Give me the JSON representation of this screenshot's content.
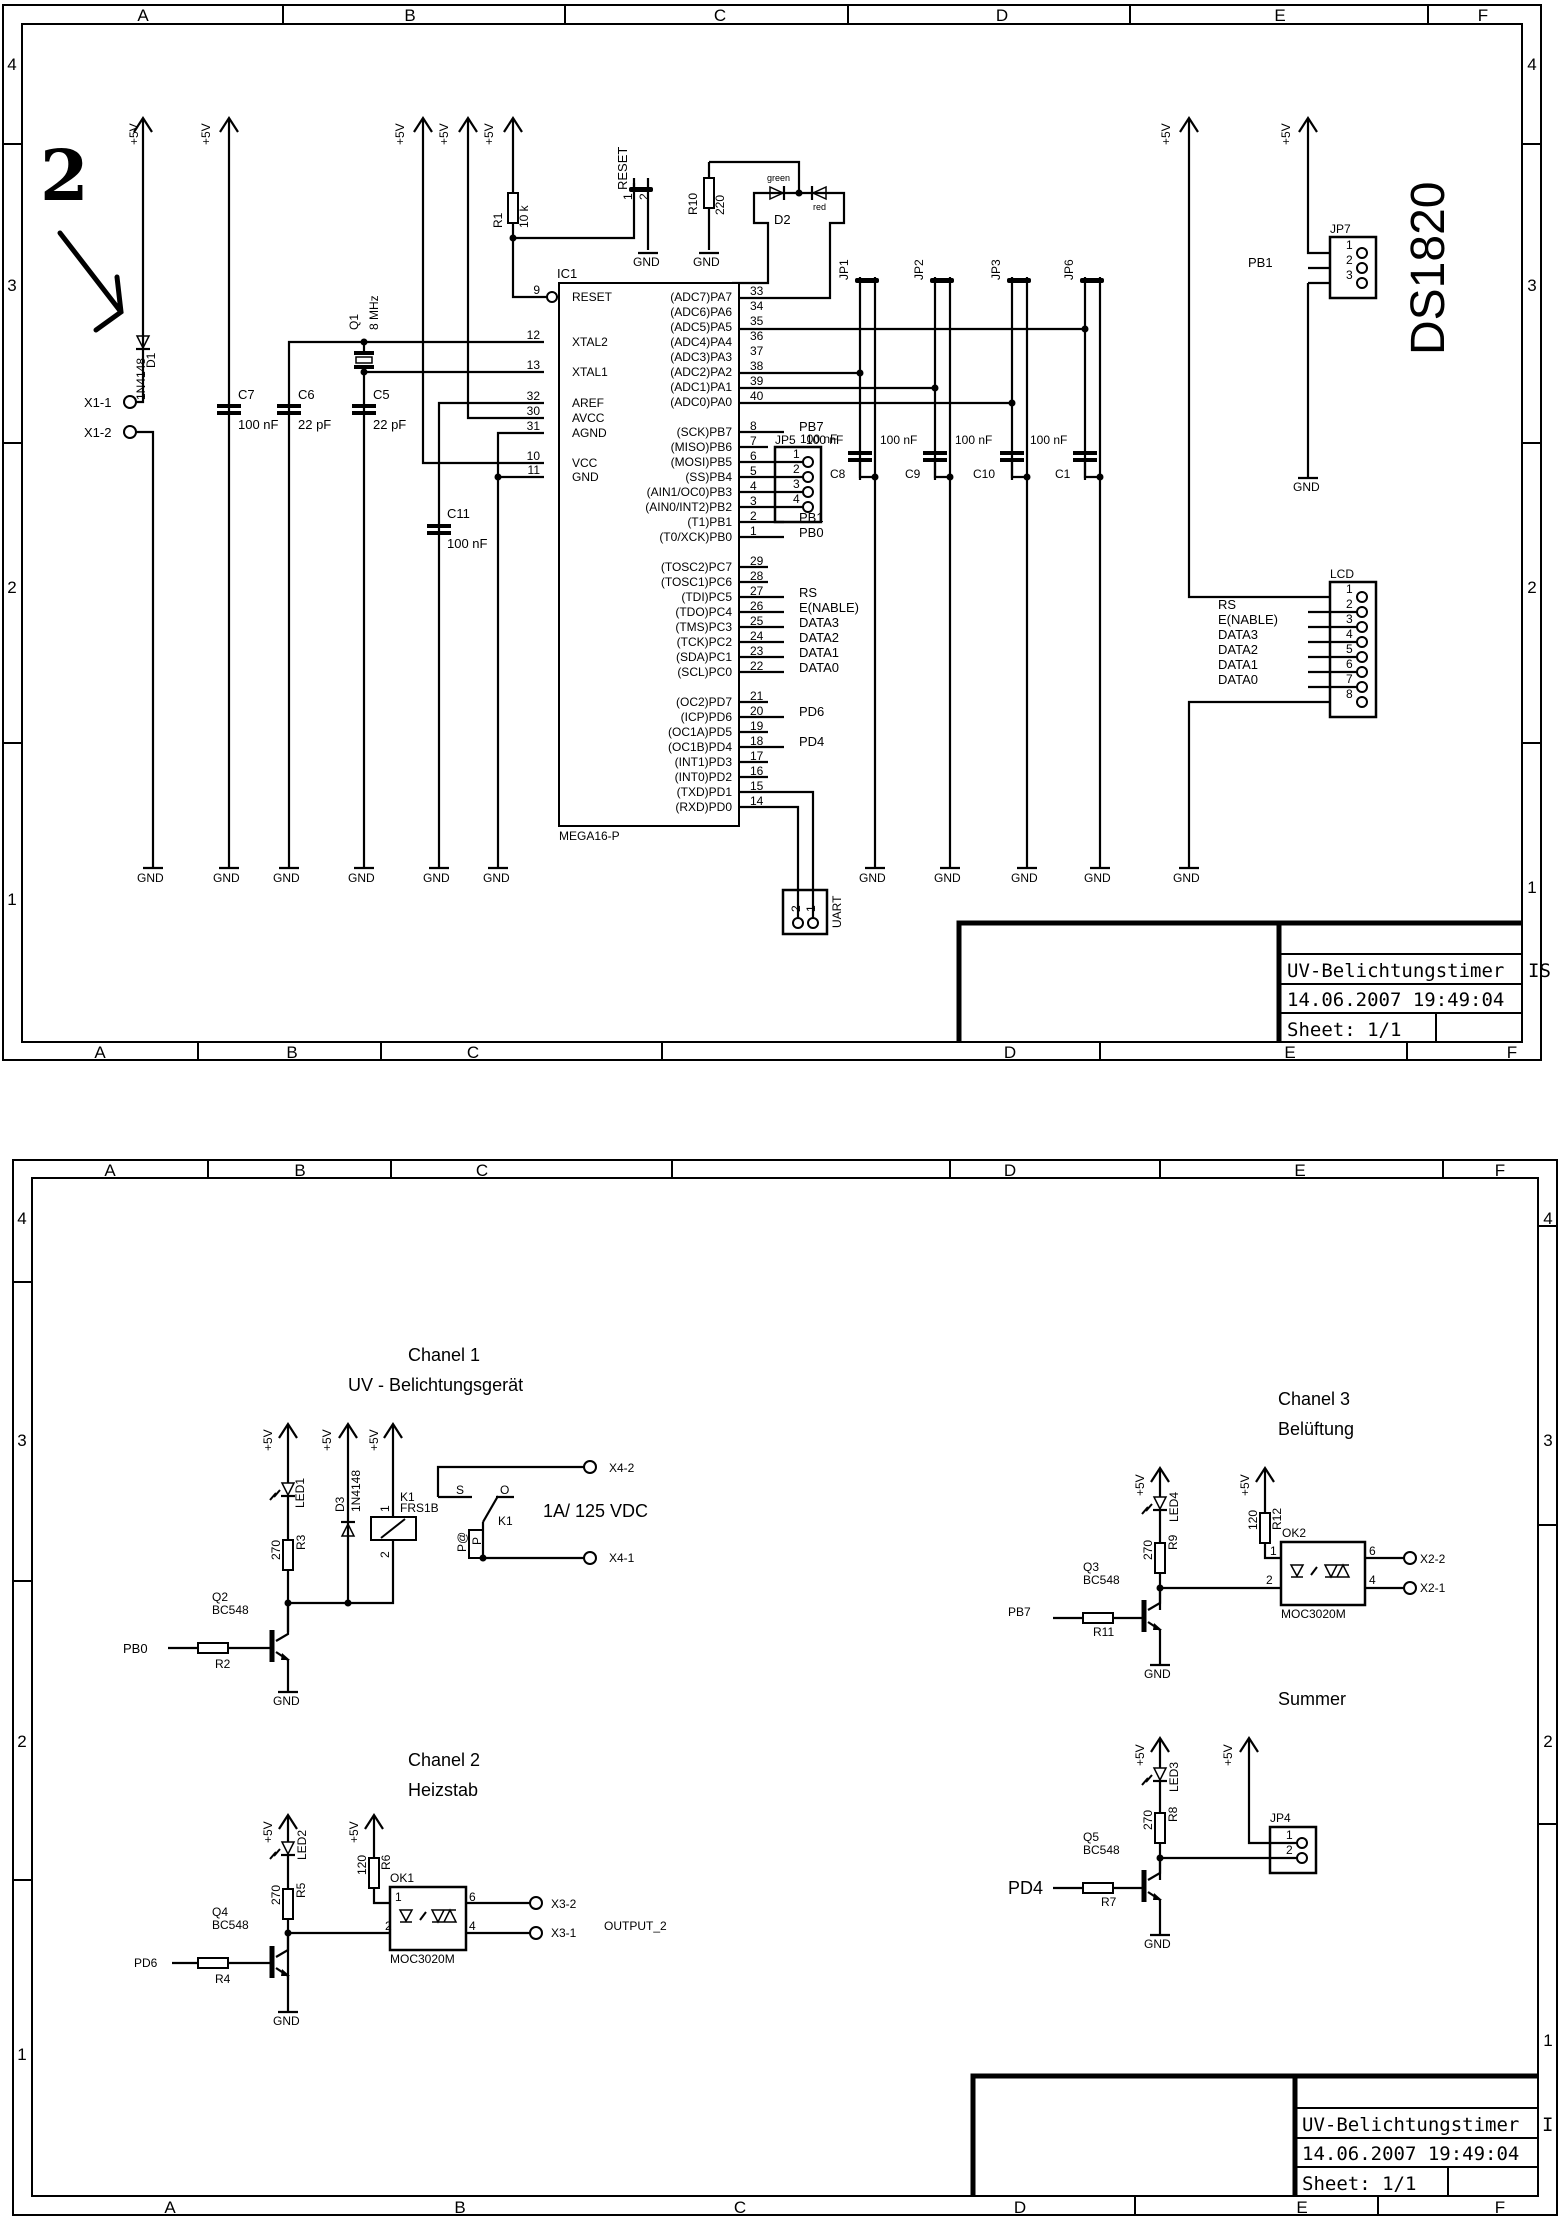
{
  "sheets": [
    {
      "columns": [
        "A",
        "B",
        "C",
        "D",
        "E",
        "F"
      ],
      "rows": [
        "4",
        "3",
        "2",
        "1"
      ],
      "title_block": {
        "title": "UV-Belichtungstimer",
        "title_overflow": "IS",
        "datetime": "14.06.2007  19:49:04",
        "sheet": "Sheet: 1/1"
      }
    },
    {
      "columns": [
        "A",
        "B",
        "C",
        "D",
        "E",
        "F"
      ],
      "rows": [
        "4",
        "3",
        "2",
        "1"
      ],
      "title_block": {
        "title": "UV-Belichtungstimer",
        "title_overflow": "I",
        "datetime": "14.06.2007  19:49:04",
        "sheet": "Sheet: 1/1"
      }
    }
  ],
  "annotation": {
    "handwritten_number": "2"
  },
  "power": {
    "vcc": "+5V",
    "gnd": "GND"
  },
  "mcu": {
    "ref": "IC1",
    "part": "MEGA16-P",
    "left_pins": [
      {
        "num": "9",
        "name": "RESET"
      },
      {
        "num": "12",
        "name": "XTAL2"
      },
      {
        "num": "13",
        "name": "XTAL1"
      },
      {
        "num": "32",
        "name": "AREF"
      },
      {
        "num": "30",
        "name": "AVCC"
      },
      {
        "num": "31",
        "name": "AGND"
      },
      {
        "num": "10",
        "name": "VCC"
      },
      {
        "num": "11",
        "name": "GND"
      }
    ],
    "right_pins": [
      {
        "num": "33",
        "name": "(ADC7)PA7"
      },
      {
        "num": "34",
        "name": "(ADC6)PA6"
      },
      {
        "num": "35",
        "name": "(ADC5)PA5"
      },
      {
        "num": "36",
        "name": "(ADC4)PA4"
      },
      {
        "num": "37",
        "name": "(ADC3)PA3"
      },
      {
        "num": "38",
        "name": "(ADC2)PA2"
      },
      {
        "num": "39",
        "name": "(ADC1)PA1"
      },
      {
        "num": "40",
        "name": "(ADC0)PA0"
      },
      {
        "num": "8",
        "name": "(SCK)PB7"
      },
      {
        "num": "7",
        "name": "(MISO)PB6"
      },
      {
        "num": "6",
        "name": "(MOSI)PB5"
      },
      {
        "num": "5",
        "name": "(SS)PB4"
      },
      {
        "num": "4",
        "name": "(AIN1/OC0)PB3"
      },
      {
        "num": "3",
        "name": "(AIN0/INT2)PB2"
      },
      {
        "num": "2",
        "name": "(T1)PB1"
      },
      {
        "num": "1",
        "name": "(T0/XCK)PB0"
      },
      {
        "num": "29",
        "name": "(TOSC2)PC7"
      },
      {
        "num": "28",
        "name": "(TOSC1)PC6"
      },
      {
        "num": "27",
        "name": "(TDI)PC5"
      },
      {
        "num": "26",
        "name": "(TDO)PC4"
      },
      {
        "num": "25",
        "name": "(TMS)PC3"
      },
      {
        "num": "24",
        "name": "(TCK)PC2"
      },
      {
        "num": "23",
        "name": "(SDA)PC1"
      },
      {
        "num": "22",
        "name": "(SCL)PC0"
      },
      {
        "num": "21",
        "name": "(OC2)PD7"
      },
      {
        "num": "20",
        "name": "(ICP)PD6"
      },
      {
        "num": "19",
        "name": "(OC1A)PD5"
      },
      {
        "num": "18",
        "name": "(OC1B)PD4"
      },
      {
        "num": "17",
        "name": "(INT1)PD3"
      },
      {
        "num": "16",
        "name": "(INT0)PD2"
      },
      {
        "num": "15",
        "name": "(TXD)PD1"
      },
      {
        "num": "14",
        "name": "(RXD)PD0"
      }
    ],
    "net_labels": {
      "PB7": "PB7",
      "PB1": "PB1",
      "PB0": "PB0",
      "RS": "RS",
      "E": "E(NABLE)",
      "D3": "DATA3",
      "D2": "DATA2",
      "D1": "DATA1",
      "D0": "DATA0",
      "PD6": "PD6",
      "PD4": "PD4"
    }
  },
  "parts": {
    "D1": {
      "ref": "D1",
      "value": "1N4148"
    },
    "X1_1": "X1-1",
    "X1_2": "X1-2",
    "C7": {
      "ref": "C7",
      "value": "100 nF"
    },
    "C6": {
      "ref": "C6",
      "value": "22 pF"
    },
    "C5": {
      "ref": "C5",
      "value": "22 pF"
    },
    "Q1": {
      "ref": "Q1",
      "value": "8 MHz"
    },
    "R1": {
      "ref": "R1",
      "value": "10 k"
    },
    "C11": {
      "ref": "C11",
      "value": "100 nF"
    },
    "RESET": {
      "ref": "RESET",
      "pin1": "1",
      "pin2": "2"
    },
    "R10": {
      "ref": "R10",
      "value": "220"
    },
    "D2": {
      "ref": "D2",
      "green": "green",
      "red": "red"
    },
    "JP5": {
      "ref": "JP5",
      "value": "100 nF",
      "pins": [
        "1",
        "2",
        "3",
        "4"
      ]
    },
    "C8": {
      "ref": "C8",
      "value": "100 nF"
    },
    "C9": {
      "ref": "C9",
      "value": "100 nF"
    },
    "C10": {
      "ref": "C10",
      "value": "100 nF"
    },
    "C1": {
      "ref": "C1",
      "value": "100 nF"
    },
    "JP1": "JP1",
    "JP2": "JP2",
    "JP3": "JP3",
    "JP6": "JP6",
    "UART": {
      "ref": "UART",
      "pins": [
        "2",
        "1"
      ]
    },
    "JP7": {
      "ref": "JP7",
      "net": "PB1",
      "pins": [
        "1",
        "2",
        "3"
      ]
    },
    "DS1820": "DS1820",
    "LCD": {
      "ref": "LCD",
      "pins": [
        "1",
        "2",
        "3",
        "4",
        "5",
        "6",
        "7",
        "8"
      ],
      "nets": [
        "RS",
        "E(NABLE)",
        "DATA3",
        "DATA2",
        "DATA1",
        "DATA0"
      ]
    }
  },
  "channels": [
    {
      "title": "Chanel 1",
      "subtitle": "UV - Belichtungsgerät",
      "input": "PB0",
      "r_base": "R2",
      "transistor": {
        "ref": "Q2",
        "part": "BC548"
      },
      "led": "LED1",
      "r_led": {
        "ref": "R3",
        "value": "270"
      },
      "diode": {
        "ref": "D3",
        "value": "1N4148"
      },
      "relay": {
        "ref": "K1",
        "part": "FRS1B",
        "pin1": "1",
        "pin2": "2",
        "contact_ref": "K1",
        "s": "S",
        "o": "O",
        "p": "P",
        "p_label": "P@"
      },
      "rating": "1A/ 125 VDC",
      "outputs": [
        "X4-2",
        "X4-1"
      ]
    },
    {
      "title": "Chanel 2",
      "subtitle": "Heizstab",
      "input": "PD6",
      "r_base": "R4",
      "transistor": {
        "ref": "Q4",
        "part": "BC548"
      },
      "led": "LED2",
      "r_led": {
        "ref": "R5",
        "value": "270"
      },
      "r_opto": {
        "ref": "R6",
        "value": "120"
      },
      "opto": {
        "ref": "OK1",
        "part": "MOC3020M",
        "pins": [
          "1",
          "2",
          "6",
          "4"
        ]
      },
      "outputs": [
        "X3-2",
        "X3-1"
      ],
      "output_label": "OUTPUT_2"
    },
    {
      "title": "Chanel 3",
      "subtitle": "Belüftung",
      "input": "PB7",
      "r_base": "R11",
      "transistor": {
        "ref": "Q3",
        "part": "BC548"
      },
      "led": "LED4",
      "r_led": {
        "ref": "R9",
        "value": "270"
      },
      "r_opto": {
        "ref": "R12",
        "value": "120"
      },
      "opto": {
        "ref": "OK2",
        "part": "MOC3020M",
        "pins": [
          "1",
          "2",
          "6",
          "4"
        ]
      },
      "outputs": [
        "X2-2",
        "X2-1"
      ]
    },
    {
      "title": "Summer",
      "input": "PD4",
      "r_base": "R7",
      "transistor": {
        "ref": "Q5",
        "part": "BC548"
      },
      "led": "LED3",
      "r_led": {
        "ref": "R8",
        "value": "270"
      },
      "header": {
        "ref": "JP4",
        "pins": [
          "1",
          "2"
        ]
      }
    }
  ]
}
